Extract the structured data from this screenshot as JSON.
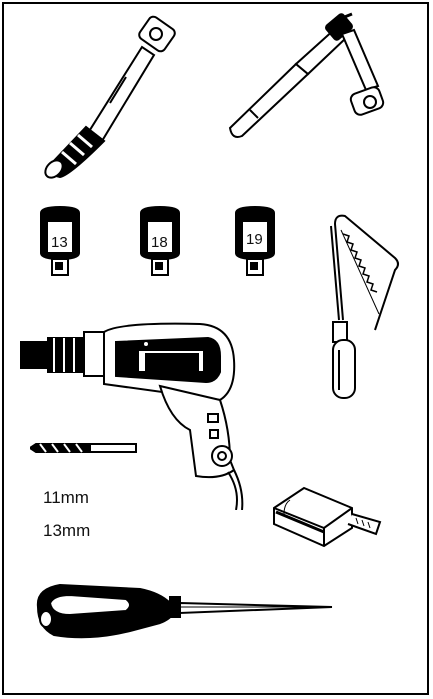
{
  "sockets": [
    {
      "size": "13"
    },
    {
      "size": "18"
    },
    {
      "size": "19"
    }
  ],
  "drill_bits": {
    "sizes": [
      "11mm",
      "13mm"
    ]
  },
  "icons": [
    "torque-wrench-icon",
    "ratchet-wrench-icon",
    "socket-icon",
    "hacksaw-icon",
    "power-drill-icon",
    "drill-bit-icon",
    "tape-measure-icon",
    "awl-icon"
  ]
}
